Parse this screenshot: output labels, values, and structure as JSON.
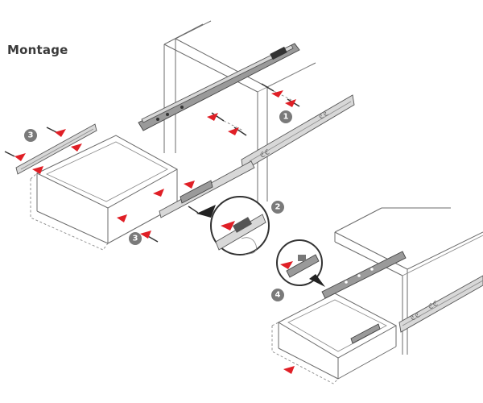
{
  "title": "Montage",
  "steps": [
    "1",
    "2",
    "3",
    "3",
    "4"
  ],
  "colors": {
    "accent_arrow": "#e01f26",
    "step_badge": "#7a7a7a",
    "line": "#6b6b6b"
  },
  "icons": [
    "step-badge",
    "red-arrow",
    "screw",
    "hand-pointer"
  ]
}
